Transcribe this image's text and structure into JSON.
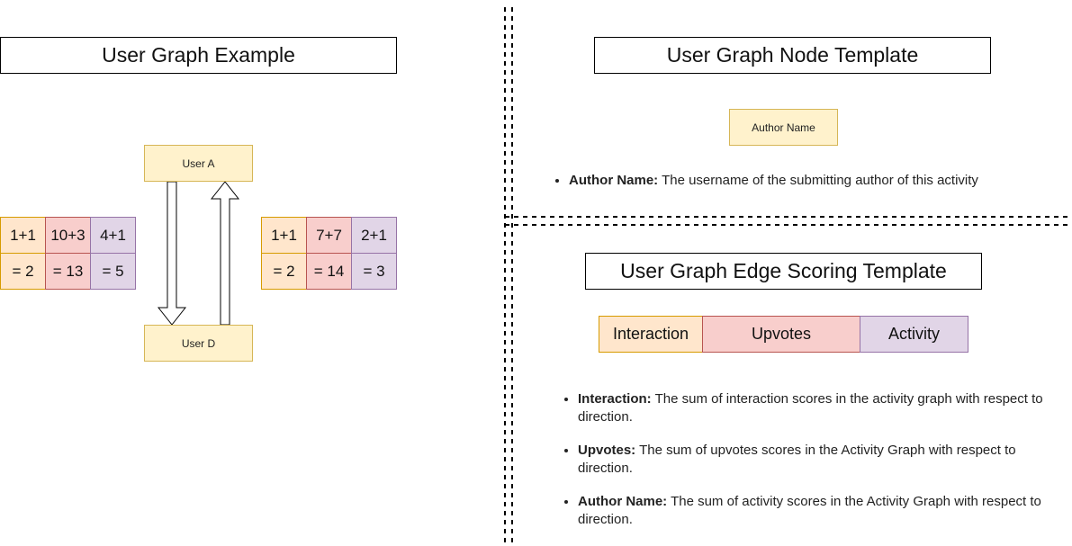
{
  "example": {
    "title": "User Graph Example",
    "node_a": "User A",
    "node_d": "User D",
    "left_scores": {
      "top": [
        "1+1",
        "10+3",
        "4+1"
      ],
      "bottom": [
        "= 2",
        "= 13",
        "= 5"
      ]
    },
    "right_scores": {
      "top": [
        "1+1",
        "7+7",
        "2+1"
      ],
      "bottom": [
        "= 2",
        "= 14",
        "= 3"
      ]
    }
  },
  "node_template": {
    "title": "User Graph Node Template",
    "node_label": "Author Name",
    "bullets": [
      {
        "term": "Author Name:",
        "desc": "The username of the submitting author of this activity"
      }
    ]
  },
  "edge_template": {
    "title": "User Graph Edge Scoring Template",
    "segments": [
      "Interaction",
      "Upvotes",
      "Activity"
    ],
    "bullets": [
      {
        "term": "Interaction:",
        "desc": "The sum of interaction scores in the activity graph with respect to direction."
      },
      {
        "term": "Upvotes:",
        "desc": "The sum of upvotes scores in the Activity Graph with respect to direction."
      },
      {
        "term": "Author Name:",
        "desc": "The sum of activity scores in the Activity Graph with respect to direction."
      }
    ]
  },
  "colors": {
    "node_fill": "#fff2cc",
    "interaction_fill": "#ffe6cc",
    "upvotes_fill": "#f8cecc",
    "activity_fill": "#e1d5e7"
  }
}
